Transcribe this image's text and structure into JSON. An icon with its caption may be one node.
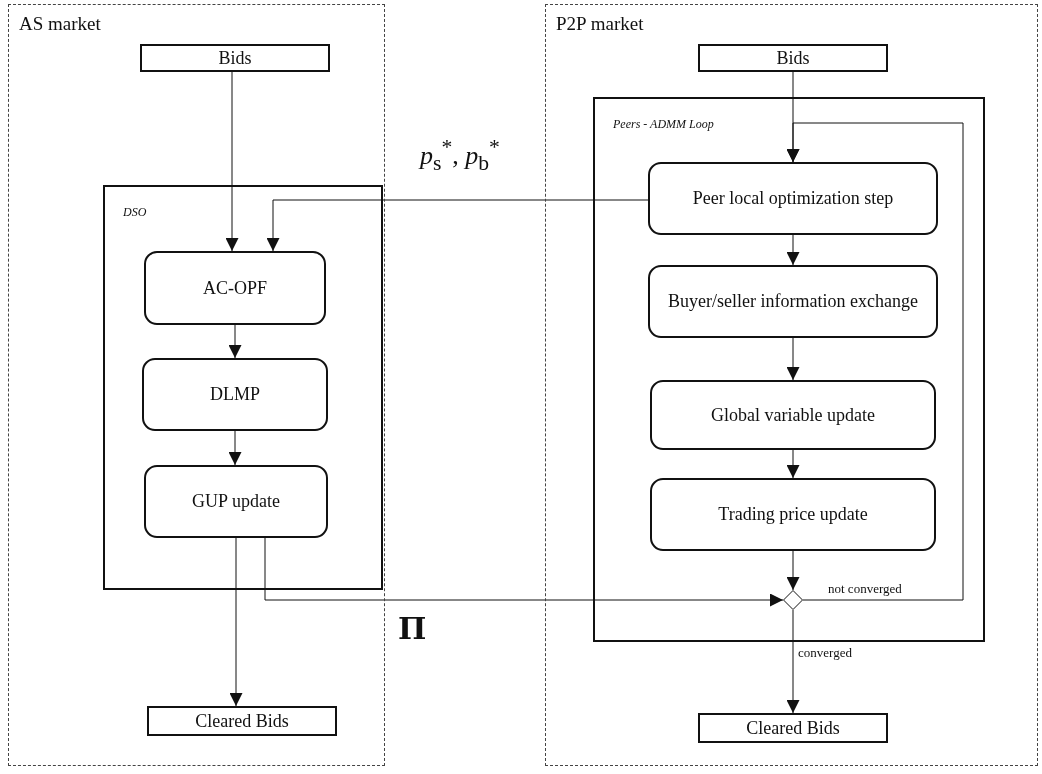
{
  "diagram": {
    "nodes": [
      {
        "text": [
          "AS market"
        ]
      },
      {
        "text": [
          "Bids"
        ],
        "in": 0
      },
      {
        "text": [
          "DSO"
        ],
        "in": 0
      },
      {
        "text": [
          "AC-OPF"
        ],
        "in": 2
      },
      {
        "text": [
          "DLMP"
        ],
        "in": 2
      },
      {
        "text": [
          "GUP update"
        ],
        "in": 2
      },
      {
        "text": [
          "Cleared Bids"
        ],
        "in": 0
      },
      {
        "text": [
          "P2P market"
        ]
      },
      {
        "text": [
          "Bids"
        ],
        "in": 7
      },
      {
        "text": [
          "Peers - ADMM Loop"
        ],
        "in": 7
      },
      {
        "text": [
          "Peer local optimization step"
        ],
        "in": 9
      },
      {
        "text": [
          "Buyer/seller information exchange"
        ],
        "in": 9
      },
      {
        "text": [
          "Global variable update"
        ],
        "in": 9
      },
      {
        "text": [
          "Trading price update"
        ],
        "in": 9
      },
      {
        "text": [],
        "shape": "diamond",
        "in": 9
      },
      {
        "text": [
          "Cleared Bids"
        ],
        "in": 7
      }
    ],
    "edges": [
      {
        "from": 1,
        "to": 3,
        "arrow": "to"
      },
      {
        "from": 10,
        "to": 3,
        "arrow": "to",
        "label": "*p*$_{s}$$^{*}$, *p*$_{b}$$^{*}$"
      },
      {
        "from": 3,
        "to": 4,
        "arrow": "to"
      },
      {
        "from": 4,
        "to": 5,
        "arrow": "to"
      },
      {
        "from": 5,
        "to": 6,
        "arrow": "to"
      },
      {
        "from": 5,
        "to": 14,
        "arrow": "to",
        "label": "Π"
      },
      {
        "from": 8,
        "to": 10,
        "arrow": "to"
      },
      {
        "from": 10,
        "to": 11,
        "arrow": "to"
      },
      {
        "from": 11,
        "to": 12,
        "arrow": "to"
      },
      {
        "from": 12,
        "to": 13,
        "arrow": "to"
      },
      {
        "from": 13,
        "to": 14,
        "arrow": "to"
      },
      {
        "from": 14,
        "to": 10,
        "arrow": "to",
        "label": "not converged"
      },
      {
        "from": 14,
        "to": 15,
        "arrow": "to",
        "label": "converged"
      }
    ]
  }
}
